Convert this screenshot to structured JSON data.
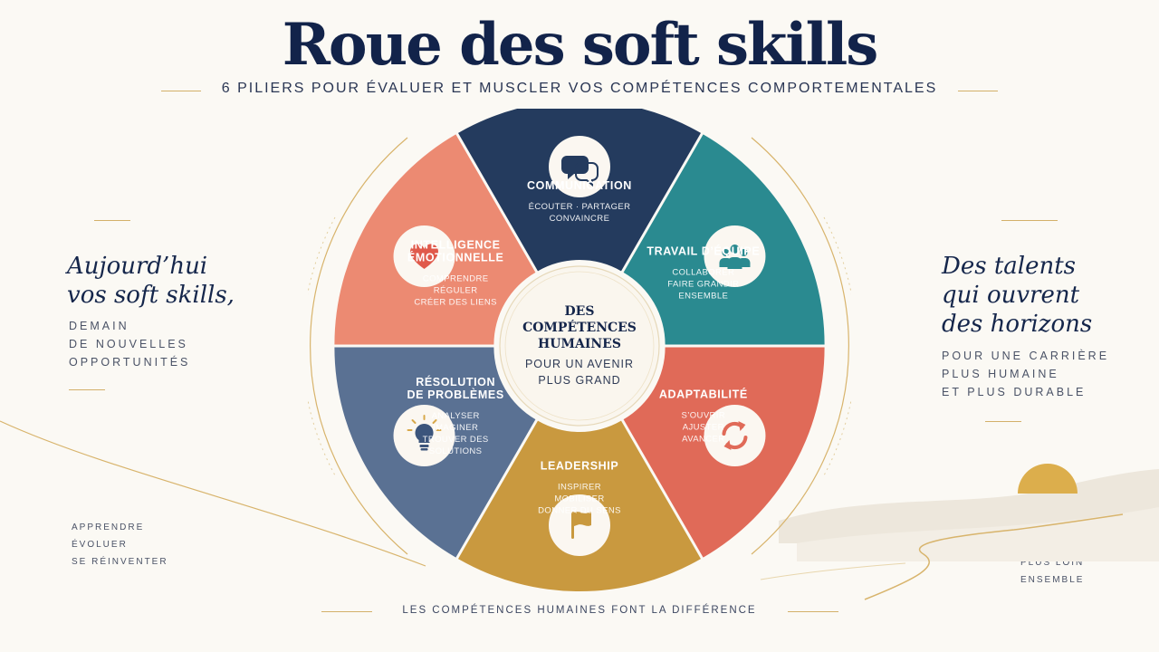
{
  "header": {
    "title": "Roue des soft skills",
    "subtitle": "6 PILIERS POUR ÉVALUER ET MUSCLER VOS COMPÉTENCES COMPORTEMENTALES"
  },
  "left_panel": {
    "heading_lines": [
      "Aujourd’hui",
      "vos soft skills,"
    ],
    "caption_lines": [
      "DEMAIN",
      "DE NOUVELLES",
      "OPPORTUNITÉS"
    ],
    "bottom_lines": [
      "APPRENDRE",
      "ÉVOLUER",
      "SE RÉINVENTER"
    ]
  },
  "right_panel": {
    "heading_lines": [
      "Des talents",
      "qui ouvrent",
      "des horizons"
    ],
    "caption_lines": [
      "POUR UNE CARRIÈRE",
      "PLUS HUMAINE",
      "ET PLUS DURABLE"
    ],
    "bottom_lines": [
      "PLUS LOIN",
      "ENSEMBLE"
    ]
  },
  "center": {
    "title_lines": [
      "DES",
      "COMPÉTENCES",
      "HUMAINES"
    ],
    "sub_lines": [
      "POUR UN AVENIR",
      "PLUS GRAND"
    ]
  },
  "segments": [
    {
      "title_lines": [
        "COMMUNICATION"
      ],
      "desc_lines": [
        "ÉCOUTER · PARTAGER",
        "CONVAINCRE"
      ],
      "color": "#243b5e",
      "icon": "speech-bubbles-icon"
    },
    {
      "title_lines": [
        "TRAVAIL D’ÉQUIPE"
      ],
      "desc_lines": [
        "COLLABORER",
        "FAIRE GRANDIR",
        "ENSEMBLE"
      ],
      "color": "#2a8a90",
      "icon": "team-icon"
    },
    {
      "title_lines": [
        "ADAPTABILITÉ"
      ],
      "desc_lines": [
        "S’OUVRIR",
        "AJUSTER",
        "AVANCER"
      ],
      "color": "#e06a58",
      "icon": "arrows-cycle-icon"
    },
    {
      "title_lines": [
        "LEADERSHIP"
      ],
      "desc_lines": [
        "INSPIRER",
        "MOBILISER",
        "DONNER DU SENS"
      ],
      "color": "#c9993f",
      "icon": "flag-icon"
    },
    {
      "title_lines": [
        "RÉSOLUTION",
        "DE PROBLÈMES"
      ],
      "desc_lines": [
        "ANALYSER",
        "IMAGINER",
        "TROUVER DES",
        "SOLUTIONS"
      ],
      "color": "#5a7193",
      "icon": "lightbulb-icon"
    },
    {
      "title_lines": [
        "INTELLIGENCE",
        "ÉMOTIONNELLE"
      ],
      "desc_lines": [
        "COMPRENDRE",
        "RÉGULER",
        "CRÉER DES LIENS"
      ],
      "color": "#ec8a72",
      "icon": "heart-icon"
    }
  ],
  "footer": {
    "tagline": "LES COMPÉTENCES HUMAINES FONT LA DIFFÉRENCE"
  },
  "colors": {
    "navy": "#12234a",
    "gold": "#d3b06a",
    "background": "#fbf9f4"
  }
}
